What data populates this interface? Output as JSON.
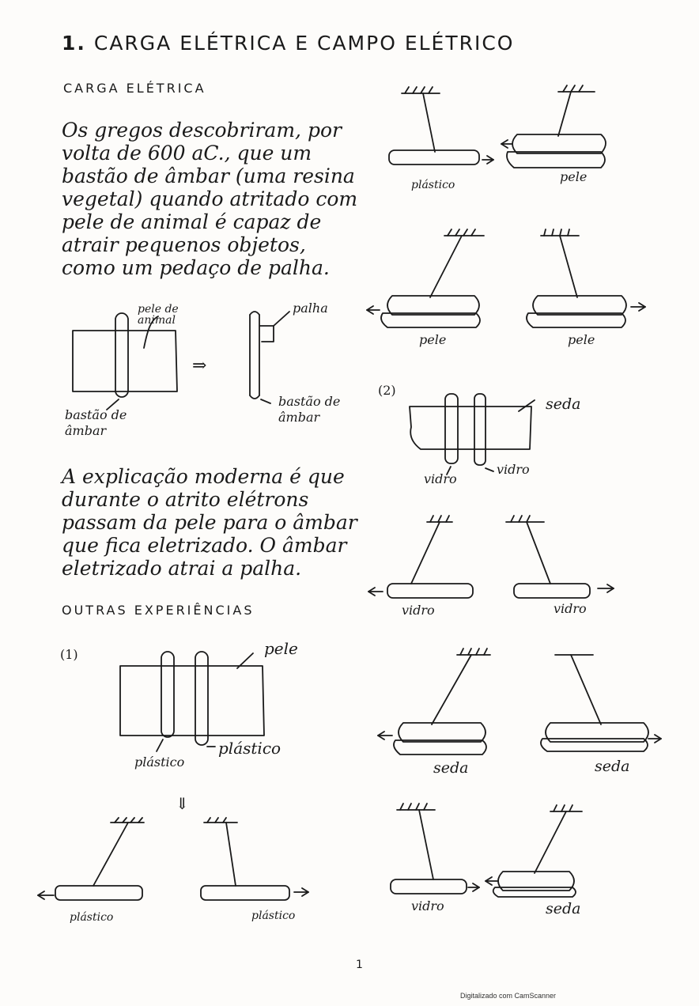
{
  "title": {
    "number": "1.",
    "text": "CARGA ELÉTRICA E CAMPO ELÉTRICO"
  },
  "sections": {
    "carga_eletrica": "CARGA ELÉTRICA",
    "outras_experiencias": "OUTRAS EXPERIÊNCIAS"
  },
  "paragraphs": {
    "intro": "Os gregos descobriram, por volta de 600 aC., que um bastão de âmbar (uma resina vegetal) quando atritado com pele de animal é capaz de atrair pequenos objetos, como um pedaço de palha.",
    "explicacao": "A explicação moderna é que durante o atrito elétrons passam da pele para o âmbar que fica eletrizado. O âmbar eletrizado atrai a palha."
  },
  "labels": {
    "pele_de_animal": "pele de animal",
    "bastao_ambar_1": "bastão de âmbar",
    "palha": "palha",
    "bastao_ambar_2": "bastão de âmbar",
    "arrow_implies": "⇒",
    "exp1": "(1)",
    "pele_exp1": "pele",
    "plastico_a": "plástico",
    "plastico_b": "plástico",
    "down_arrow": "⇓",
    "plastico_hang_a": "plástico",
    "plastico_hang_b": "plástico",
    "plastico_right": "plástico",
    "pele_right": "pele",
    "pele_r2a": "pele",
    "pele_r2b": "pele",
    "exp2": "(2)",
    "seda_exp2": "seda",
    "vidro_a": "vidro",
    "vidro_b": "vidro",
    "vidro_hang_a": "vidro",
    "vidro_hang_b": "vidro",
    "seda_hang_a": "seda",
    "seda_hang_b": "seda",
    "vidro_last": "vidro",
    "seda_last": "seda"
  },
  "page_number": "1",
  "footer": "Digitalizado com CamScanner"
}
